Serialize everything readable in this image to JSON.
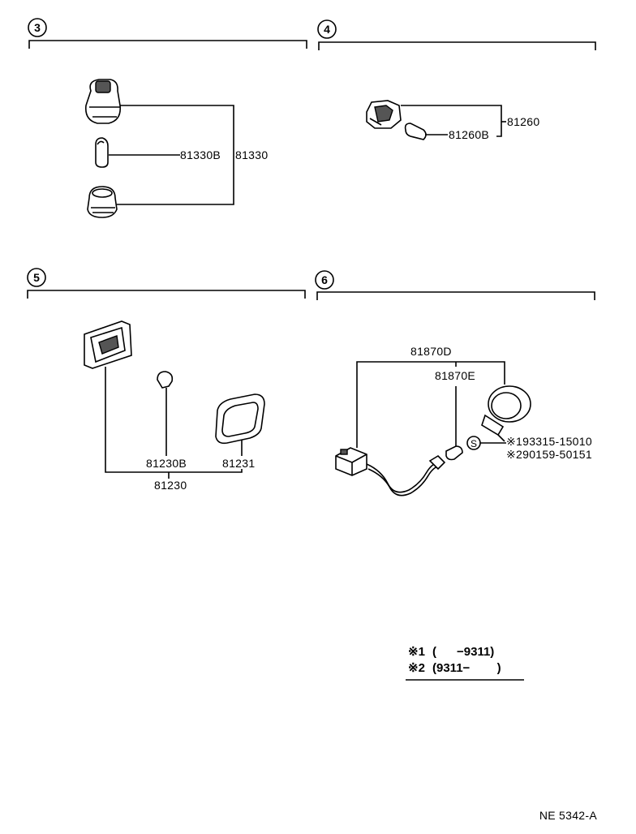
{
  "sections": [
    {
      "number": "3"
    },
    {
      "number": "4"
    },
    {
      "number": "5"
    },
    {
      "number": "6"
    }
  ],
  "parts": {
    "p81330B": "81330B",
    "p81330": "81330",
    "p81260": "81260",
    "p81260B": "81260B",
    "p81230B": "81230B",
    "p81231": "81231",
    "p81230": "81230",
    "p81870D": "81870D",
    "p81870E": "81870E",
    "p93315": "※193315-15010",
    "p90159": "※290159-50151",
    "s_symbol": "S"
  },
  "notes": {
    "note1_mark": "※1",
    "note1_range": "(      −9311)",
    "note2_mark": "※2",
    "note2_range": "(9311−        )"
  },
  "footer": {
    "ref_code": "NE 5342-A"
  }
}
